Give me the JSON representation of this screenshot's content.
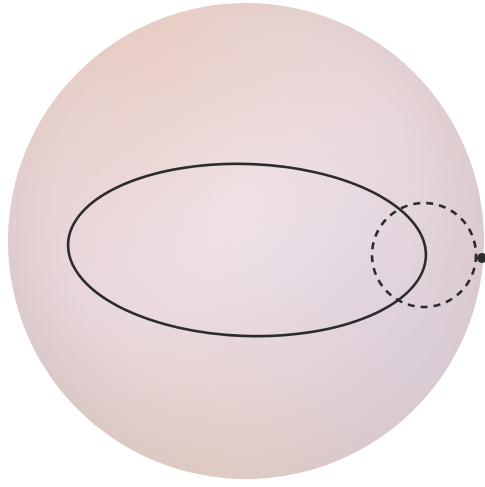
{
  "figure": {
    "colors": {
      "sphere_highlight": "#f1e7ef",
      "sphere_mid": "#e8d7dc",
      "sphere_edge": "#d6c2c0",
      "tint_warm": "#e9c7b4",
      "tint_cool": "#d9cfe0",
      "stroke": "#2b2b2b"
    },
    "elements": [
      "sphere",
      "solid-ellipse-path",
      "dashed-circle-path",
      "point-marker"
    ]
  }
}
